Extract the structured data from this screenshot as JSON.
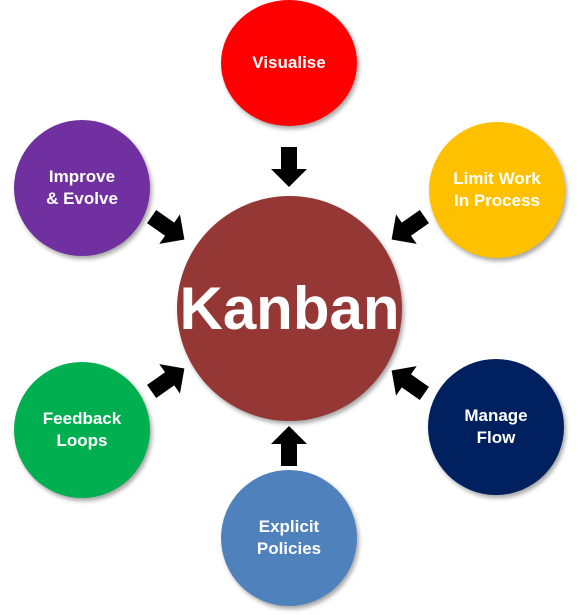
{
  "diagram": {
    "center": {
      "label": "Kanban",
      "color": "#953735"
    },
    "nodes": [
      {
        "id": "visualise",
        "label": "Visualise",
        "color": "#ff0000"
      },
      {
        "id": "limit-work",
        "label": "Limit Work\nIn Process",
        "color": "#ffc000"
      },
      {
        "id": "manage-flow",
        "label": "Manage\nFlow",
        "color": "#002060"
      },
      {
        "id": "explicit-policies",
        "label": "Explicit\nPolicies",
        "color": "#4f81bd"
      },
      {
        "id": "feedback-loops",
        "label": "Feedback\nLoops",
        "color": "#00b050"
      },
      {
        "id": "improve-evolve",
        "label": "Improve\n& Evolve",
        "color": "#7030a0"
      }
    ],
    "arrow_color": "#000000"
  }
}
